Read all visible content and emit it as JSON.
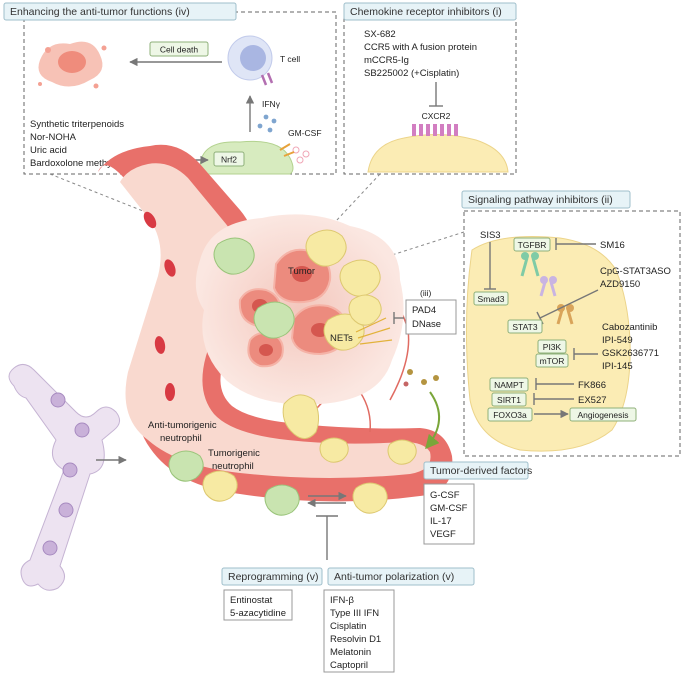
{
  "panels": {
    "antitumor": {
      "title": "Enhancing the anti-tumor functions (iv)",
      "cell_death": "Cell death",
      "t_cell": "T cell",
      "ifn": "IFNγ",
      "gmcsf": "GM-CSF",
      "nrf2": "Nrf2",
      "drugs": [
        "Synthetic triterpenoids",
        "Nor-NOHA",
        "Uric acid",
        "Bardoxolone methyl"
      ]
    },
    "chemokine": {
      "title": "Chemokine receptor inhibitors (i)",
      "drugs": [
        "SX-682",
        "CCR5 with A fusion protein",
        "mCCR5-Ig",
        "SB225002 (+Cisplatin)"
      ],
      "receptor": "CXCR2"
    },
    "signaling": {
      "title": "Signaling pathway inhibitors (ii)",
      "sis3": "SIS3",
      "tgfbr": "TGFBR",
      "sm16": "SM16",
      "smad3": "Smad3",
      "stat3": "STAT3",
      "stat3_drugs": [
        "CpG-STAT3ASO",
        "AZD9150"
      ],
      "pi3k": "PI3K",
      "mtor": "mTOR",
      "pi3k_drugs": [
        "Cabozantinib",
        "IPI-549",
        "GSK2636771",
        "IPI-145"
      ],
      "nampt": "NAMPT",
      "sirt1": "SIRT1",
      "foxo3a": "FOXO3a",
      "fk866": "FK866",
      "ex527": "EX527",
      "angiogenesis": "Angiogenesis"
    },
    "nets": {
      "label": "(iii)",
      "drugs": [
        "PAD4",
        "DNase"
      ],
      "nets_label": "NETs"
    },
    "tumor_factors": {
      "title": "Tumor-derived factors",
      "items": [
        "G-CSF",
        "GM-CSF",
        "IL-17",
        "VEGF"
      ]
    },
    "reprogramming": {
      "title": "Reprogramming (v)",
      "items": [
        "Entinostat",
        "5-azacytidine"
      ]
    },
    "polarization": {
      "title": "Anti-tumor polarization (v)",
      "items": [
        "IFN-β",
        "Type III IFN",
        "Cisplatin",
        "Resolvin D1",
        "Melatonin",
        "Captopril"
      ]
    }
  },
  "vessel": {
    "tumor": "Tumor",
    "anti_neutrophil": [
      "Anti-tumorigenic",
      "neutrophil"
    ],
    "tumorigenic_neutrophil": [
      "Tumorigenic",
      "neutrophil"
    ]
  },
  "colors": {
    "header_fill": "#e7f3f7",
    "vessel": "#e8706a",
    "vessel_inner": "#f9d9cf",
    "tumor": "#e9877a",
    "anti_neutrophil": "#b9dca2",
    "tumorigenic_neutrophil": "#f7eaa3",
    "bone_marrow": "#d9c8e3"
  }
}
